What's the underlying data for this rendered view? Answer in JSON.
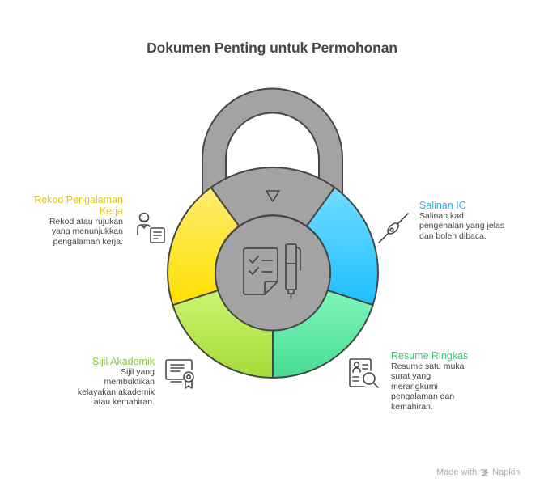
{
  "title": "Dokumen Penting untuk Permohonan",
  "lock": {
    "body_fill": "#a3a3a3",
    "stroke": "#464646",
    "indicator_icon": "triangle-down-icon",
    "center_icon": "checklist-and-pen-icon"
  },
  "items": [
    {
      "key": "rekod",
      "title_lines": [
        "Rekod Pengalaman",
        "Kerja"
      ],
      "desc_lines": [
        "Rekod atau rujukan",
        "yang menunjukkan",
        "pengalaman kerja."
      ],
      "color": "#E3C51B",
      "gradient": [
        "#FFEC70",
        "#FFE000"
      ],
      "icon": "person-document-icon"
    },
    {
      "key": "salinan",
      "title_lines": [
        "Salinan IC"
      ],
      "desc_lines": [
        "Salinan kad",
        "pengenalan yang jelas",
        "dan boleh dibaca."
      ],
      "color": "#2AB2E6",
      "gradient": [
        "#72DCFF",
        "#1CBEFF"
      ],
      "icon": "cable-link-icon"
    },
    {
      "key": "resume",
      "title_lines": [
        "Resume Ringkas"
      ],
      "desc_lines": [
        "Resume satu muka",
        "surat yang",
        "merangkumi",
        "pengalaman dan",
        "kemahiran."
      ],
      "color": "#3CC97F",
      "gradient": [
        "#80F5BA",
        "#46DB92"
      ],
      "icon": "resume-search-icon"
    },
    {
      "key": "sijil",
      "title_lines": [
        "Sijil Akademik"
      ],
      "desc_lines": [
        "Sijil yang",
        "membuktikan",
        "kelayakan akademik",
        "atau kemahiran."
      ],
      "color": "#8DC63C",
      "gradient": [
        "#CAF470",
        "#A6DB38"
      ],
      "icon": "certificate-icon"
    }
  ],
  "footer": {
    "made_with": "Made with",
    "brand": "Napkin"
  }
}
